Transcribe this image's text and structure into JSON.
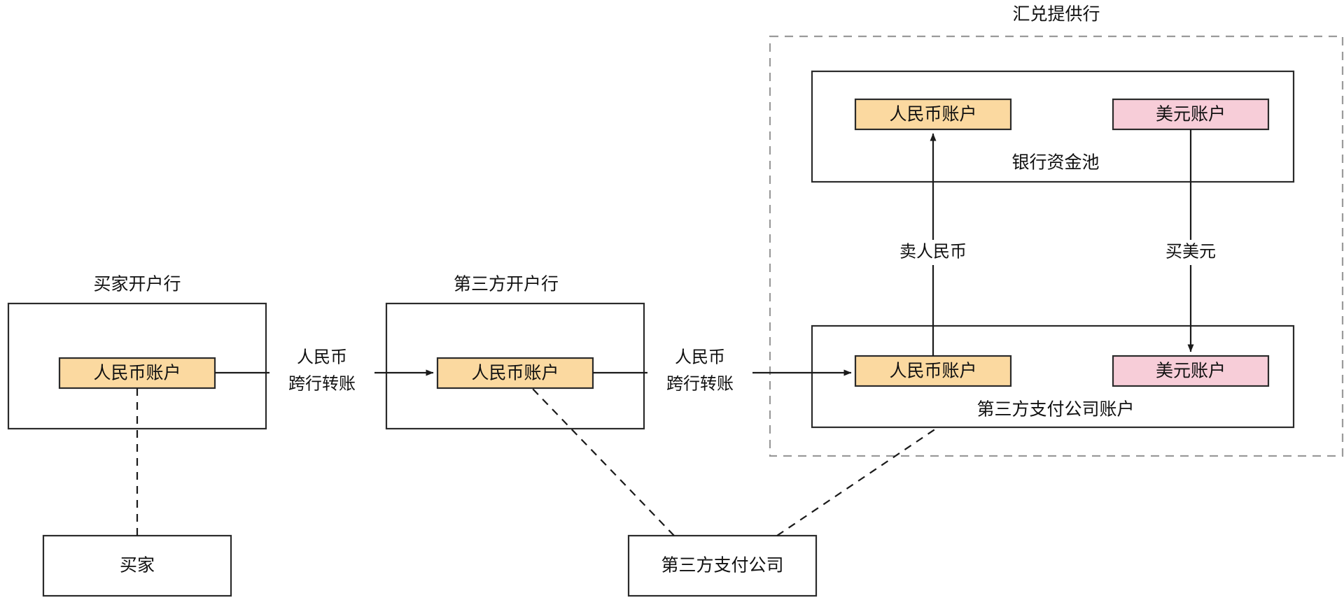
{
  "diagram": {
    "title_hidden": "",
    "colors": {
      "rmb_account_fill": "#fbd9a0",
      "usd_account_fill": "#f7cdd8",
      "node_stroke": "#2b2b2b",
      "dashed_group_stroke": "#9a9a9a",
      "edge_stroke": "#1a1a1a",
      "background": "#ffffff"
    },
    "groups": [
      {
        "id": "fx-provider-bank",
        "label": "汇兑提供行",
        "style": "dashed"
      }
    ],
    "containers": [
      {
        "id": "buyer-bank",
        "label": "买家开户行",
        "label_position": "above"
      },
      {
        "id": "thirdparty-bank",
        "label": "第三方开户行",
        "label_position": "above"
      },
      {
        "id": "bank-fund-pool",
        "label": "银行资金池",
        "label_position": "inside-bottom-right"
      },
      {
        "id": "thirdparty-payment-account",
        "label": "第三方支付公司账户",
        "label_position": "inside-bottom-center"
      }
    ],
    "accounts": {
      "buyer_bank_rmb": "人民币账户",
      "thirdparty_bank_rmb": "人民币账户",
      "pool_rmb": "人民币账户",
      "pool_usd": "美元账户",
      "tp_account_rmb": "人民币账户",
      "tp_account_usd": "美元账户"
    },
    "entities": {
      "buyer": "买家",
      "thirdparty_payment_company": "第三方支付公司"
    },
    "edges": [
      {
        "id": "edge-buyer-bank-to-thirdparty-bank",
        "label_line1": "人民币",
        "label_line2": "跨行转账",
        "style": "solid-arrow"
      },
      {
        "id": "edge-thirdparty-bank-to-tp-account",
        "label_line1": "人民币",
        "label_line2": "跨行转账",
        "style": "solid-arrow"
      },
      {
        "id": "edge-sell-rmb",
        "label": "卖人民币",
        "style": "solid-arrow-up"
      },
      {
        "id": "edge-buy-usd",
        "label": "买美元",
        "style": "solid-arrow-down"
      },
      {
        "id": "edge-buyer-to-buyer-bank",
        "label": "",
        "style": "dashed"
      },
      {
        "id": "edge-tpcompany-to-thirdparty-bank",
        "label": "",
        "style": "dashed"
      },
      {
        "id": "edge-tpcompany-to-tp-account",
        "label": "",
        "style": "dashed"
      }
    ]
  }
}
